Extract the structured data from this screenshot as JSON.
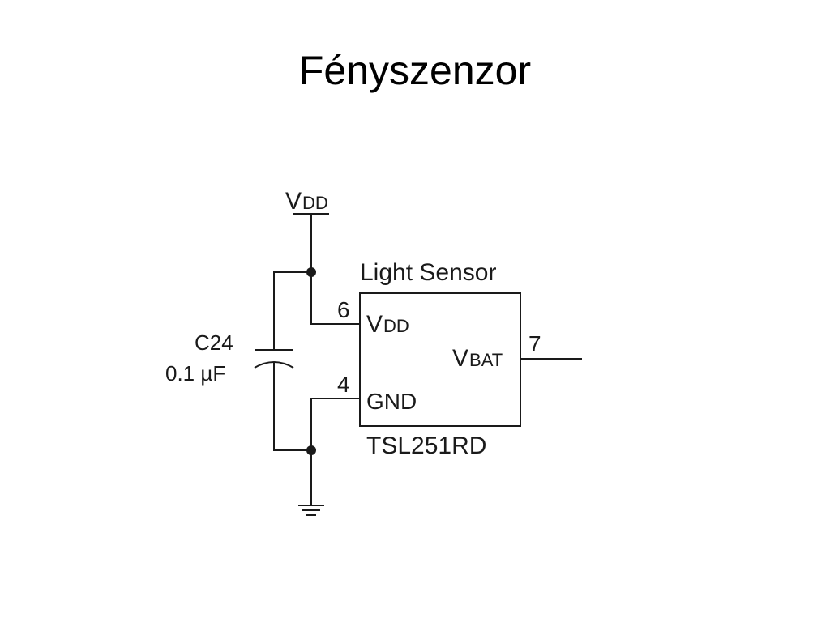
{
  "slide": {
    "title": "Fényszenzor"
  },
  "schematic": {
    "supply_label": {
      "main": "V",
      "sub": "DD"
    },
    "block_title": "Light Sensor",
    "part_number": "TSL251RD",
    "capacitor": {
      "ref": "C24",
      "value": "0.1 µF"
    },
    "pins": [
      {
        "number": "6",
        "name_main": "V",
        "name_sub": "DD"
      },
      {
        "number": "4",
        "name_main": "GND",
        "name_sub": ""
      },
      {
        "number": "7",
        "name_main": "V",
        "name_sub": "BAT"
      }
    ]
  }
}
